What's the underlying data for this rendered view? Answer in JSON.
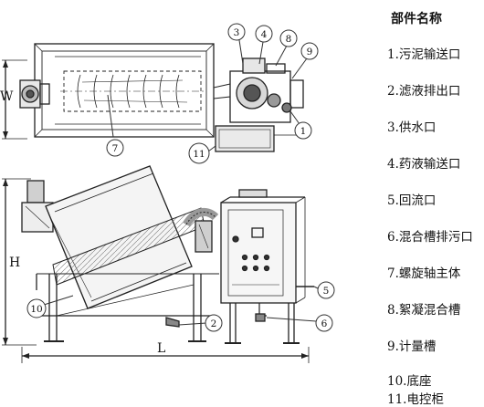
{
  "legend": {
    "title": "部件名称",
    "items": [
      {
        "num": "1.",
        "label": "污泥输送口"
      },
      {
        "num": "2.",
        "label": "滤液排出口"
      },
      {
        "num": "3.",
        "label": "供水口"
      },
      {
        "num": "4.",
        "label": "药液输送口"
      },
      {
        "num": "5.",
        "label": "回流口"
      },
      {
        "num": "6.",
        "label": "混合槽排污口"
      },
      {
        "num": "7.",
        "label": "螺旋轴主体"
      },
      {
        "num": "8.",
        "label": "絮凝混合槽"
      },
      {
        "num": "9.",
        "label": "计量槽"
      },
      {
        "num": "10.",
        "label": "底座"
      },
      {
        "num": "11.",
        "label": "电控柜"
      }
    ]
  },
  "dimensions": {
    "width_label": "W",
    "height_label": "H",
    "length_label": "L"
  },
  "callouts": [
    "1",
    "2",
    "3",
    "4",
    "5",
    "6",
    "7",
    "8",
    "9",
    "10",
    "11"
  ]
}
